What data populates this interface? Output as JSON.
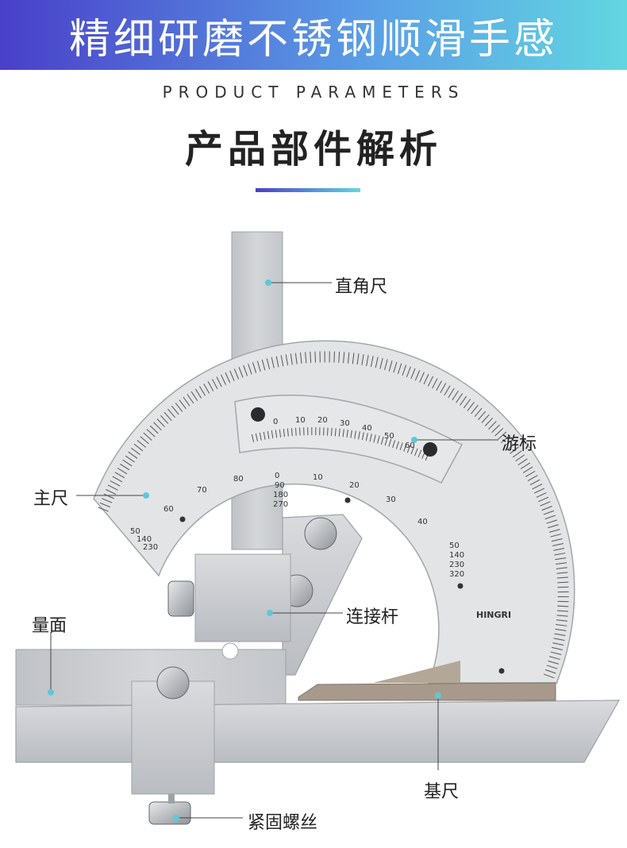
{
  "banner": {
    "title": "精细研磨不锈钢顺滑手感"
  },
  "section": {
    "subtitle_en": "PRODUCT PARAMETERS",
    "title": "产品部件解析"
  },
  "labels": {
    "right_angle_ruler": "直角尺",
    "vernier": "游标",
    "main_scale": "主尺",
    "measuring_face": "量面",
    "connecting_rod": "连接杆",
    "base_ruler": "基尺",
    "locking_screw": "紧固螺丝"
  },
  "scale": {
    "vernier_ticks": [
      "0",
      "10",
      "20",
      "30",
      "40",
      "50",
      "60"
    ],
    "main_ticks_left": [
      "50",
      "140",
      "230",
      "60",
      "70",
      "80"
    ],
    "main_center": [
      "0",
      "90",
      "180",
      "270"
    ],
    "main_ticks_right": [
      "10",
      "20",
      "30",
      "40",
      "50",
      "140",
      "230",
      "320"
    ],
    "brand": "HINGRI"
  },
  "colors": {
    "accent_start": "#4a3fc9",
    "accent_end": "#62d6e0",
    "dot": "#5ec8d8",
    "steel": "#c9cbcf"
  }
}
